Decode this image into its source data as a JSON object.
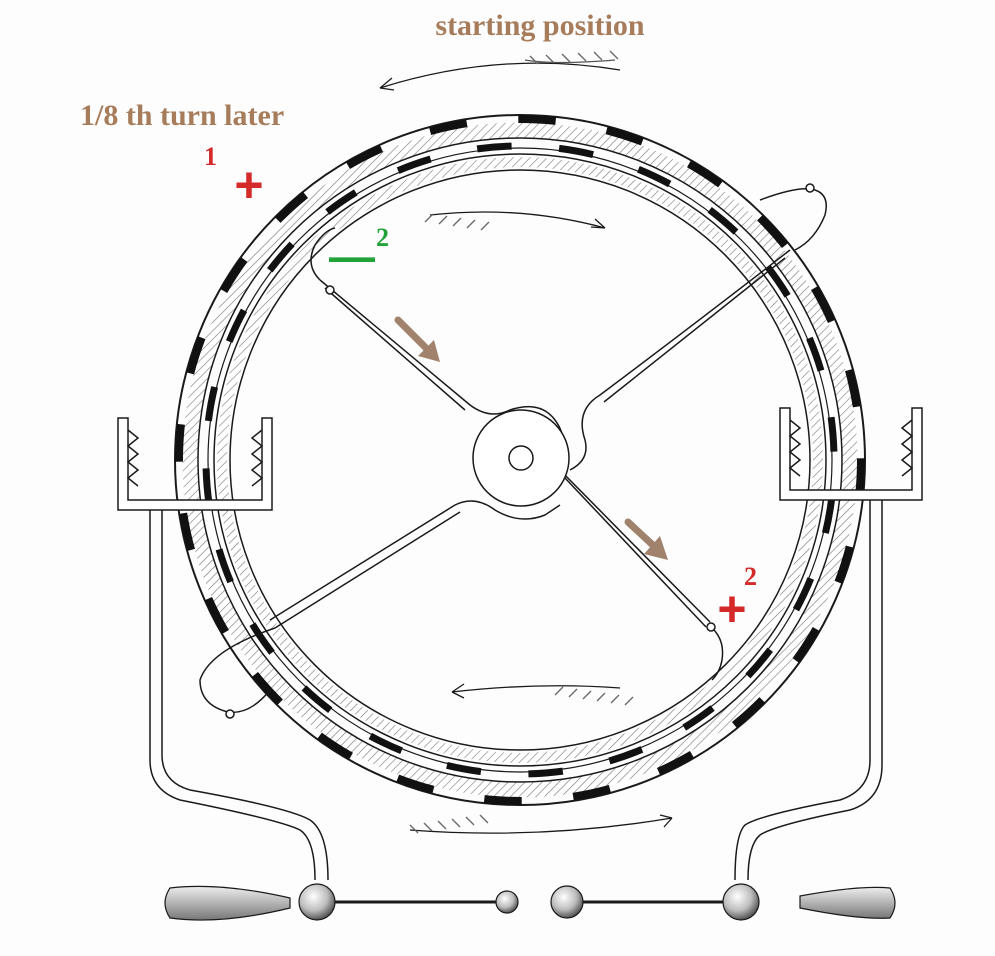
{
  "labels": {
    "starting_position": "starting position",
    "eighth_turn_later": "1/8 th turn later",
    "marker_1_number": "1",
    "marker_1_sign": "+",
    "marker_2a_number": "2",
    "marker_2a_sign": "—",
    "marker_2b_number": "2",
    "marker_2b_sign": "+"
  },
  "colors": {
    "annotation_brown": "#a67c5b",
    "arrow_brown": "#a0826d",
    "plus_red": "#d42a2a",
    "minus_green": "#22a33a",
    "ink": "#1a1a1a",
    "segment": "#111111"
  },
  "icons": {
    "rotation_arrows": "feathered-arrow-icon",
    "sector_arrows": "brown-arrow-icon"
  }
}
